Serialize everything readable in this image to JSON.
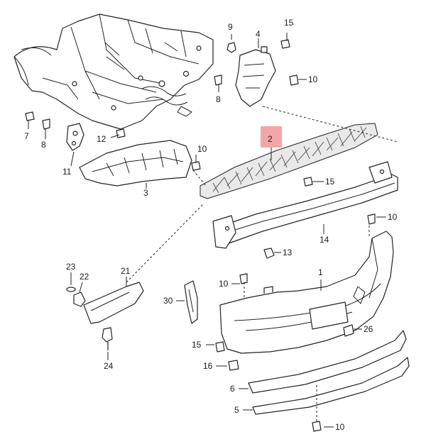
{
  "callouts": {
    "c1": "1",
    "c2": "2",
    "c3": "3",
    "c4": "4",
    "c5": "5",
    "c6": "6",
    "c7": "7",
    "c8a": "8",
    "c8b": "8",
    "c9": "9",
    "c10a": "10",
    "c10b": "10",
    "c10c": "10",
    "c10d": "10",
    "c10e": "10",
    "c11": "11",
    "c12": "12",
    "c13": "13",
    "c14": "14",
    "c15a": "15",
    "c15b": "15",
    "c15c": "15",
    "c16": "16",
    "c21": "21",
    "c22": "22",
    "c23": "23",
    "c24": "24",
    "c26": "26",
    "c30": "30"
  },
  "highlight_color": "#f4a6a6"
}
